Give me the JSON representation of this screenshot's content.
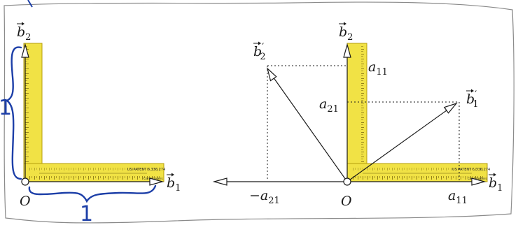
{
  "colors": {
    "ruler_fill": "#f1e245",
    "ruler_edge": "#b59d0c",
    "ink_blue": "#1d3fa8",
    "line": "#1a1a1a",
    "paper_border": "#8a8a8a"
  },
  "left": {
    "b2_label": "b",
    "b2_sub": "2",
    "b1_label": "b",
    "b1_sub": "1",
    "origin_label": "O",
    "brace_left_text": "1",
    "brace_bottom_text": "1",
    "ruler_patent": "US PATENT 6,336,274",
    "ruler_units": "Centimeters"
  },
  "right": {
    "b2_label": "b",
    "b2_sub": "2",
    "b1_label": "b",
    "b1_sub": "1",
    "b2p_label": "b",
    "b2p_sub": "2",
    "b2p_prime": "′",
    "b1p_label": "b",
    "b1p_sub": "1",
    "b1p_prime": "′",
    "a11_top_label": "a",
    "a11_top_sub": "11",
    "a21_label": "a",
    "a21_sub": "21",
    "neg_a21_label": "−a",
    "neg_a21_sub": "21",
    "a11_bottom_label": "a",
    "a11_bottom_sub": "11",
    "origin_label": "O",
    "ruler_patent": "US PATENT 6,336,274",
    "ruler_units": "Centimeters"
  }
}
